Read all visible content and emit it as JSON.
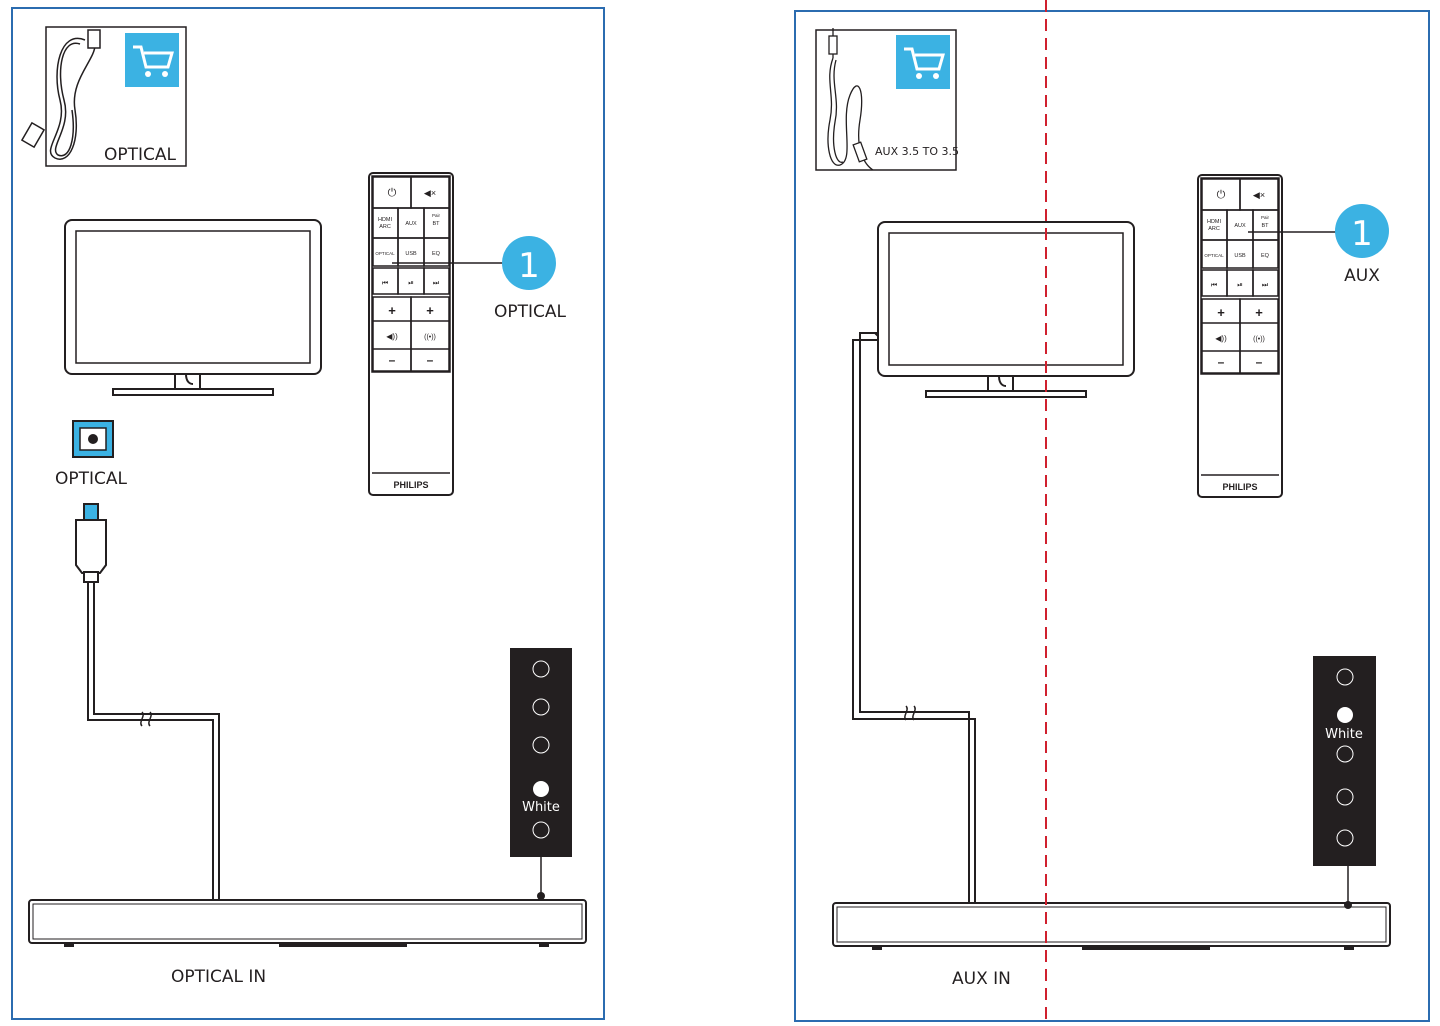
{
  "colors": {
    "frame": "#2b6cb0",
    "callout": "#3bb2e3",
    "cart_bg": "#3bb2e3",
    "divider": "#d0202e",
    "led_panel": "#231f20",
    "power": "#d0202e"
  },
  "left": {
    "cable_label": "OPTICAL",
    "port_label": "OPTICAL",
    "input_label": "OPTICAL IN",
    "callout_number": "1",
    "callout_label": "OPTICAL",
    "led_label": "White",
    "lit_led_index": 3
  },
  "right": {
    "cable_label": "AUX 3.5 TO 3.5",
    "input_label": "AUX IN",
    "callout_number": "1",
    "callout_label": "AUX",
    "led_label": "White",
    "lit_led_index": 1
  },
  "remote": {
    "brand": "PHILIPS",
    "buttons": {
      "hdmi_line1": "HDMI",
      "hdmi_line2": "ARC",
      "aux": "AUX",
      "pair_line1": "Pair",
      "pair_line2": "BT",
      "optical": "OPTICAL",
      "usb": "USB",
      "eq": "EQ",
      "prev": "⏮",
      "playpause": "⏯",
      "next": "⏭",
      "plus": "+",
      "minus": "–",
      "mute": "🔇",
      "power": "⏻"
    }
  },
  "icons": [
    "shopping-cart-icon",
    "optical-cable-icon",
    "aux-cable-icon",
    "tv-icon",
    "soundbar-icon",
    "remote-control-icon",
    "optical-port-icon",
    "optical-plug-icon"
  ]
}
